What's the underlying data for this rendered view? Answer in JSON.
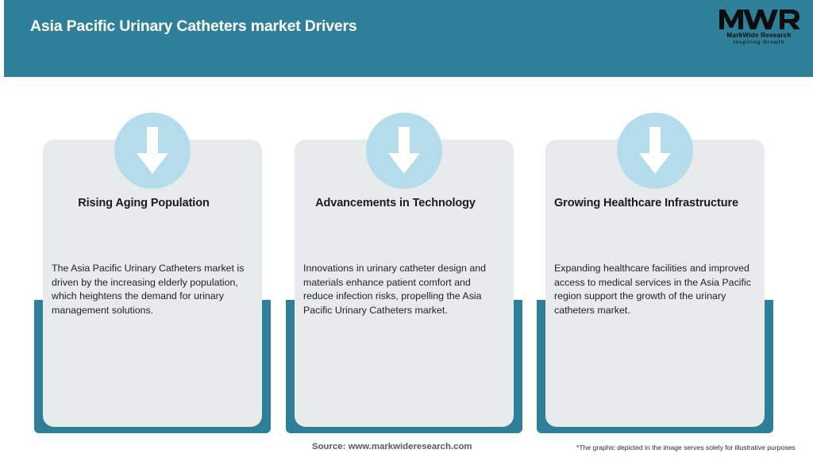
{
  "header": {
    "title": "Asia Pacific Urinary Catheters market Drivers",
    "background_color": "#2e7f99",
    "title_color": "#ffffff"
  },
  "logo": {
    "monogram": "MWR",
    "name": "MarkWide Research",
    "tagline": "Inspiring Growth"
  },
  "cards": [
    {
      "icon": "down-arrow-icon",
      "heading": "Rising Aging Population",
      "body": "The Asia Pacific Urinary Catheters market is driven by the increasing elderly population, which heightens the demand for urinary management solutions."
    },
    {
      "icon": "down-arrow-icon",
      "heading": "Advancements in Technology",
      "body": "Innovations in urinary catheter design and materials enhance patient comfort and reduce infection risks, propelling the Asia Pacific Urinary Catheters market."
    },
    {
      "icon": "down-arrow-icon",
      "heading": "Growing Healthcare Infrastructure",
      "body": "Expanding healthcare facilities and improved access to medical services in the Asia Pacific region support the growth of the urinary catheters market."
    }
  ],
  "footer": {
    "source": "Source: www.markwideresearch.com",
    "disclaimer": "*The graphic depicted in the image serves solely for illustrative purposes"
  },
  "colors": {
    "teal": "#2e7f99",
    "panel_gray": "#e8ebec",
    "circle_blue": "#b5dceb",
    "arrow_white": "#ffffff"
  }
}
